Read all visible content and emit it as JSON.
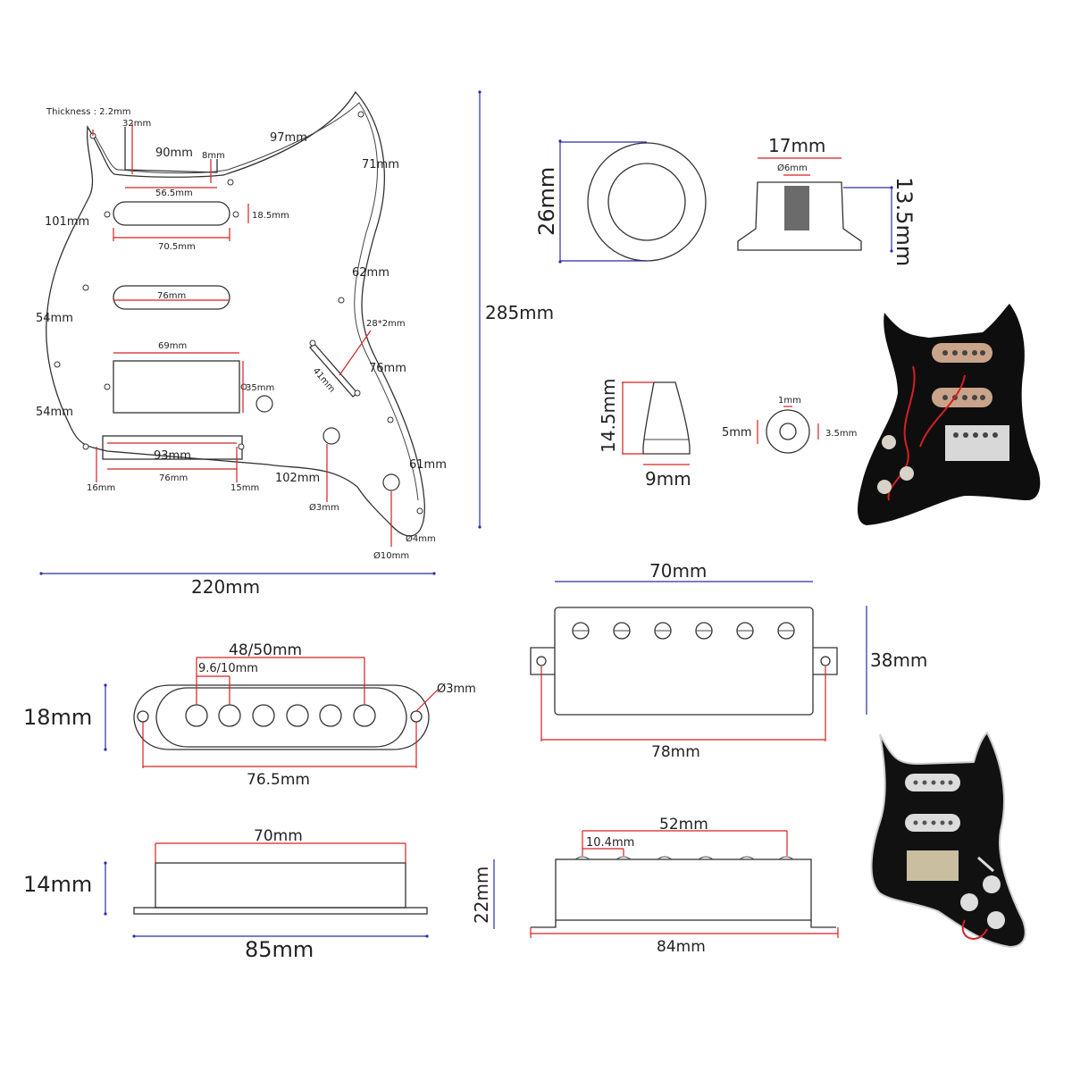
{
  "pickguard": {
    "thickness": "Thickness : 2.2mm",
    "d_32": "32mm",
    "d_90": "90mm",
    "d_8": "8mm",
    "d_97": "97mm",
    "d_71": "71mm",
    "d_56_5": "56.5mm",
    "d_18_5": "18.5mm",
    "d_101": "101mm",
    "d_70_5": "70.5mm",
    "d_62": "62mm",
    "d_76a": "76mm",
    "d_54a": "54mm",
    "d_28x2": "28*2mm",
    "d_69": "69mm",
    "d_76b": "76mm",
    "d_41": "41mm",
    "d_35": "35mm",
    "d_54b": "54mm",
    "d_93": "93mm",
    "d_61": "61mm",
    "d_102": "102mm",
    "d_16": "16mm",
    "d_76c": "76mm",
    "d_15": "15mm",
    "d_o3": "Ø3mm",
    "d_o4": "Ø4mm",
    "d_o10": "Ø10mm",
    "width": "220mm",
    "height": "285mm"
  },
  "ring": {
    "diameter": "26mm"
  },
  "knob": {
    "top": "17mm",
    "shaft": "Ø6mm",
    "height": "13.5mm"
  },
  "switch_tip": {
    "height": "14.5mm",
    "width": "9mm"
  },
  "nut": {
    "inner": "1mm",
    "outer": "5mm",
    "size": "3.5mm"
  },
  "single_coil": {
    "spacing": "48/50mm",
    "pole": "9.6/10mm",
    "hole": "Ø3mm",
    "height": "18mm",
    "length": "76.5mm"
  },
  "humbucker": {
    "width": "70mm",
    "height": "38mm",
    "mount": "78mm"
  },
  "single_side": {
    "top": "70mm",
    "height": "14mm",
    "base": "85mm"
  },
  "humbucker_side": {
    "spacing": "52mm",
    "pole": "10.4mm",
    "height": "22mm",
    "base": "84mm"
  },
  "colors": {
    "red": "#d62020",
    "blue": "#2b2fa8",
    "line": "#333333"
  }
}
